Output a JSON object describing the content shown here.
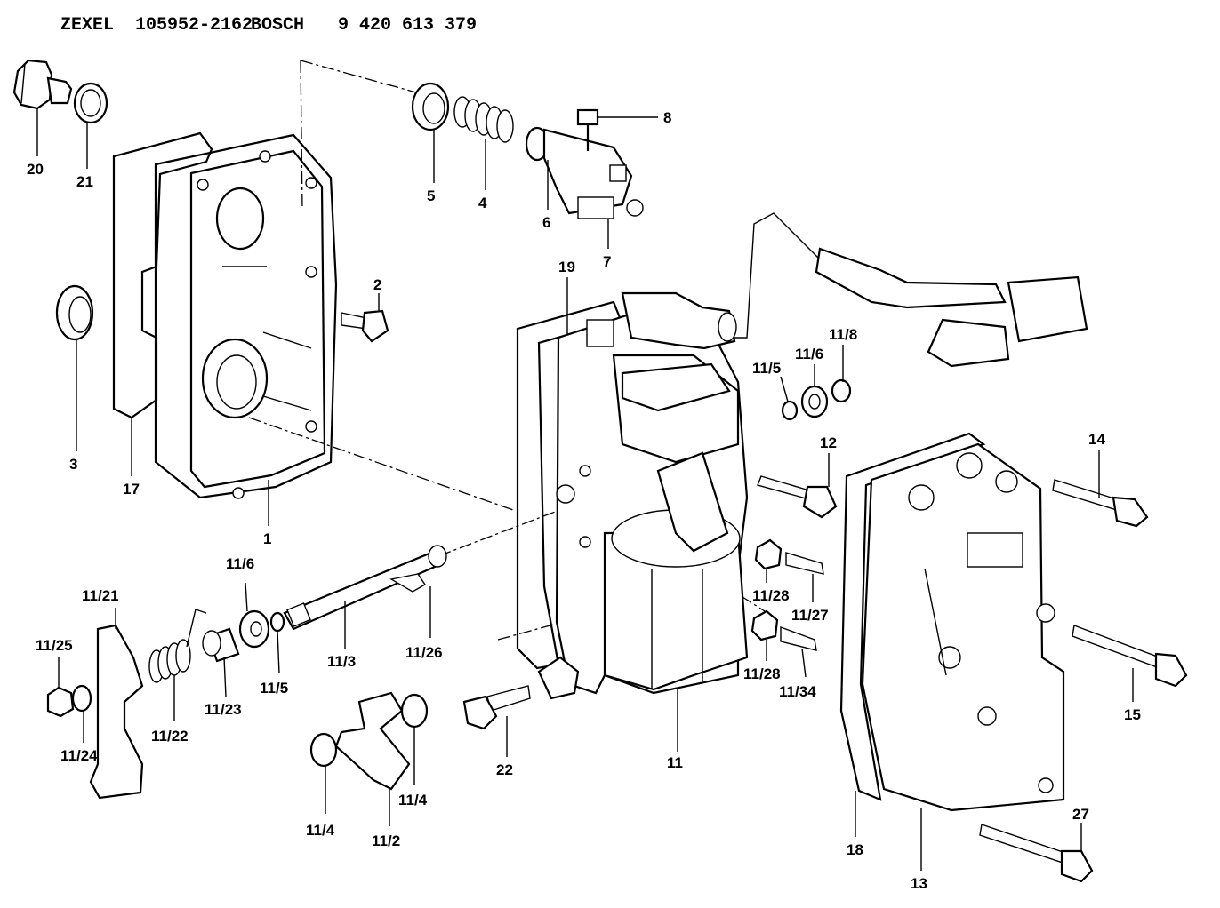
{
  "header": {
    "brand1": "ZEXEL",
    "part1": "105952-2162",
    "brand2": "BOSCH",
    "part2": "9 420 613 379"
  },
  "callouts": {
    "c20": "20",
    "c21": "21",
    "c3": "3",
    "c17": "17",
    "c1": "1",
    "c2": "2",
    "c5": "5",
    "c4": "4",
    "c6": "6",
    "c7": "7",
    "c8": "8",
    "c19": "19",
    "c11_5a": "11/5",
    "c11_6a": "11/6",
    "c11_8": "11/8",
    "c12": "12",
    "c14": "14",
    "c11_28a": "11/28",
    "c11_27": "11/27",
    "c11_28b": "11/28",
    "c11_34": "11/34",
    "c15": "15",
    "c11": "11",
    "c22": "22",
    "c11_6b": "11/6",
    "c11_21": "11/21",
    "c11_25": "11/25",
    "c11_3": "11/3",
    "c11_26": "11/26",
    "c11_5b": "11/5",
    "c11_23": "11/23",
    "c11_22": "11/22",
    "c11_24": "11/24",
    "c11_4a": "11/4",
    "c11_4b": "11/4",
    "c11_2": "11/2",
    "c18": "18",
    "c13": "13",
    "c27": "27"
  }
}
